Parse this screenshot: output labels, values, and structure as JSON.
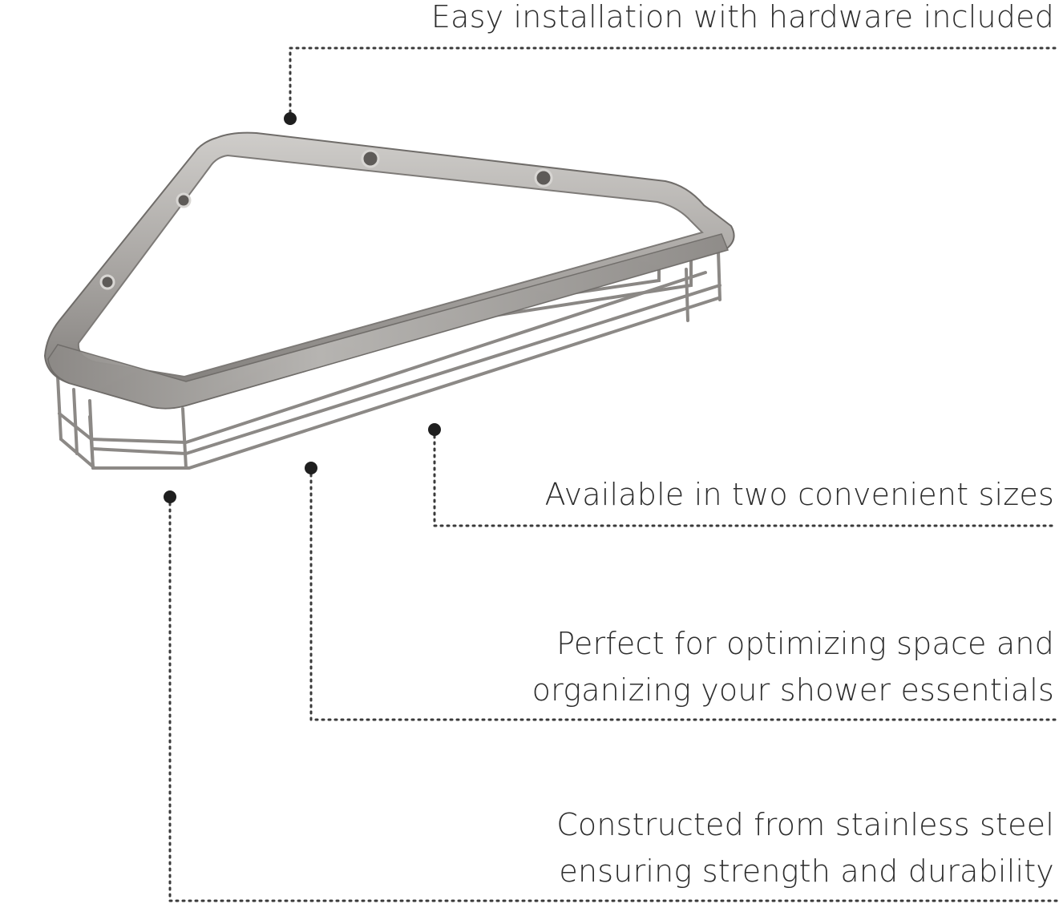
{
  "colors": {
    "text": "#2d2d2d",
    "leader": "#3a3a3a",
    "metal_light": "#c8c6c3",
    "metal_mid": "#9a9794",
    "metal_dark": "#6f6c69"
  },
  "callouts": [
    {
      "lines": [
        "Easy installation with hardware included"
      ]
    },
    {
      "lines": [
        "Available in two convenient sizes"
      ]
    },
    {
      "lines": [
        "Perfect for optimizing space and",
        "organizing your shower essentials"
      ]
    },
    {
      "lines": [
        "Constructed from stainless steel",
        "ensuring strength and durability"
      ]
    }
  ],
  "product": {
    "icon": "corner-shower-basket-icon"
  }
}
